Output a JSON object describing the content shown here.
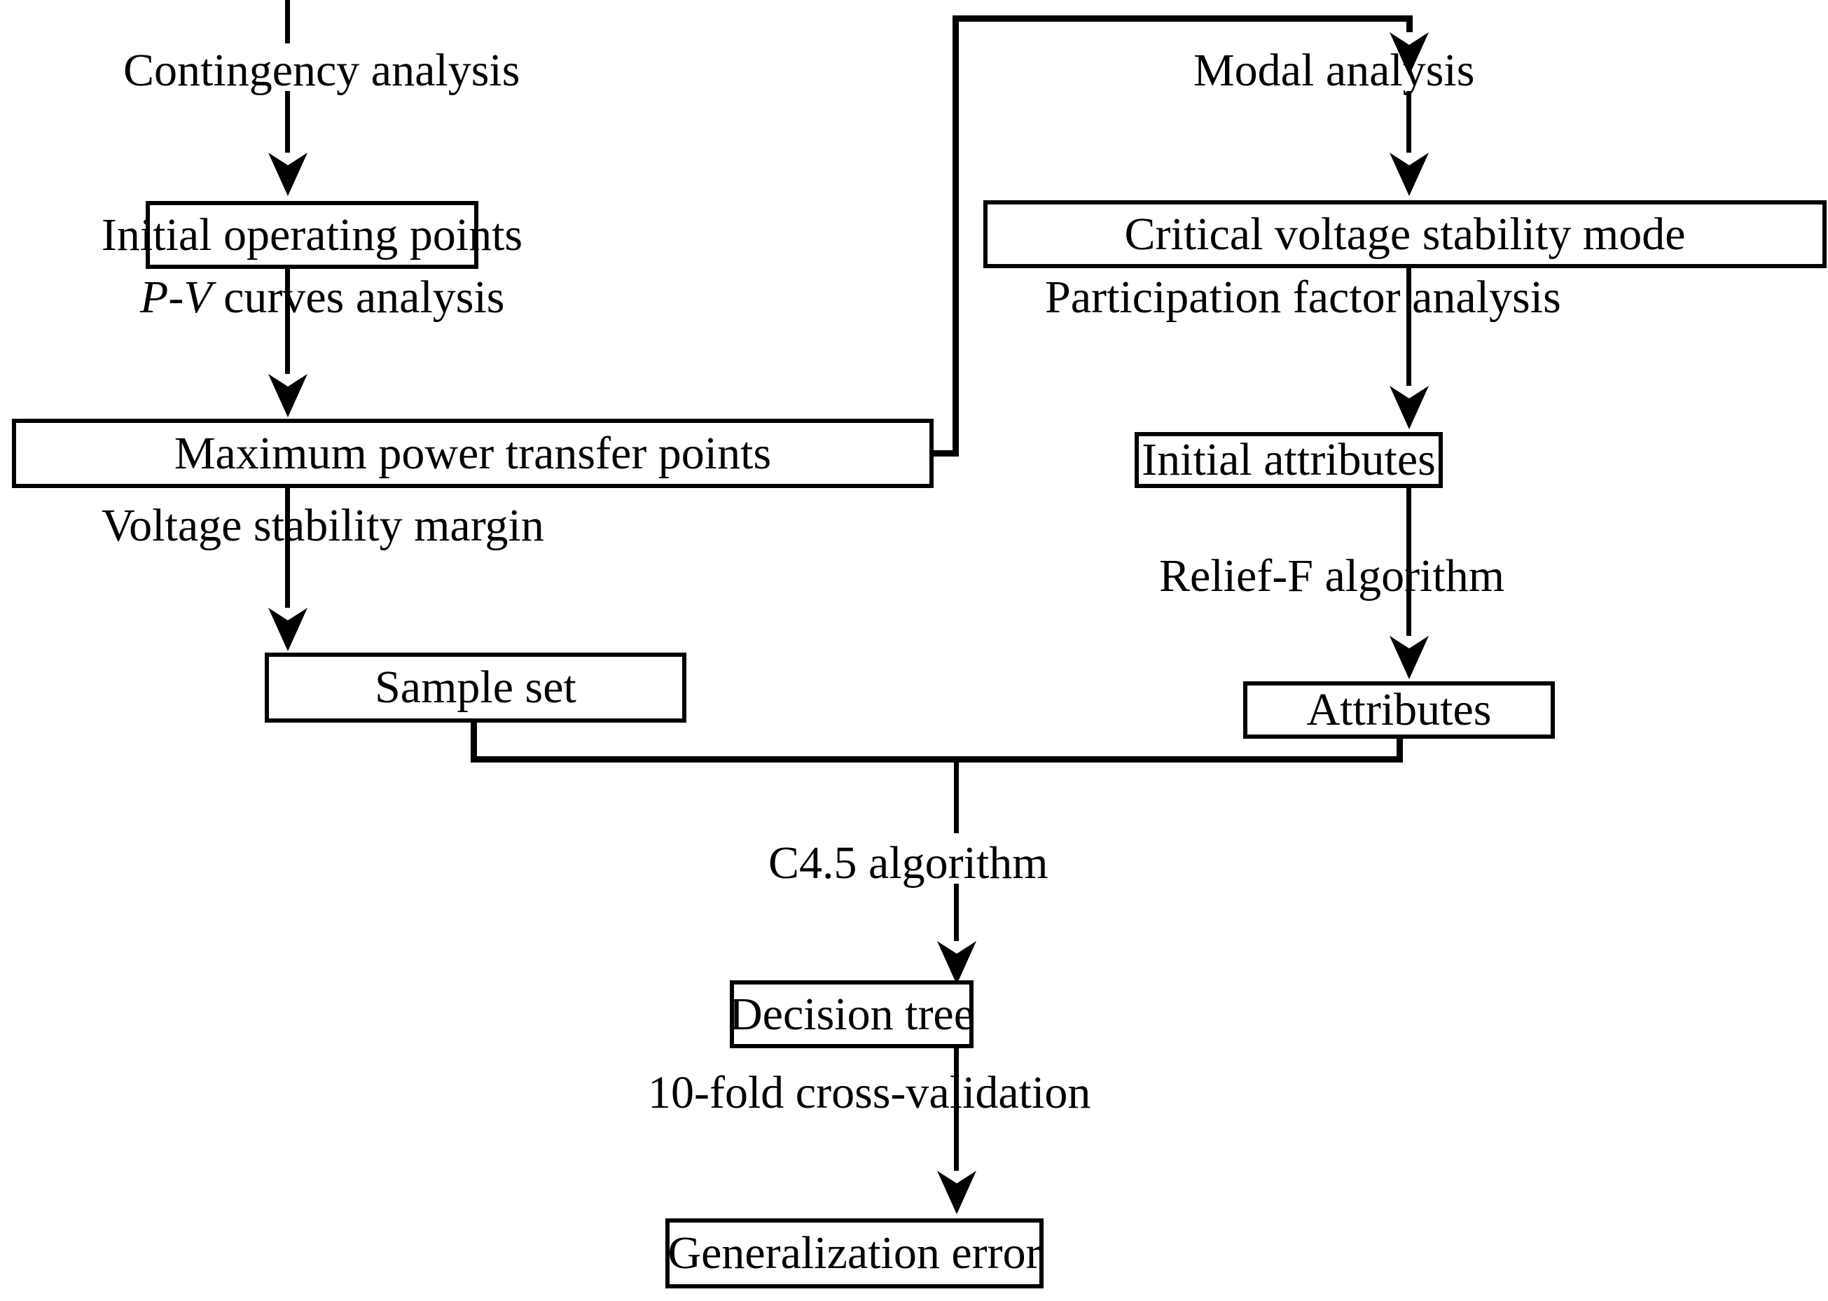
{
  "diagram": {
    "title": "Decision tree based voltage stability assessment flowchart",
    "colors": {
      "line": "#000000",
      "background": "#ffffff",
      "text": "#000000"
    },
    "nodes": [
      {
        "id": "initial-operating-points",
        "label": "Initial operating points"
      },
      {
        "id": "maximum-power-transfer-points",
        "label": "Maximum power transfer points"
      },
      {
        "id": "sample-set",
        "label": "Sample set"
      },
      {
        "id": "critical-voltage-stability-mode",
        "label": "Critical voltage stability mode"
      },
      {
        "id": "initial-attributes",
        "label": "Initial attributes"
      },
      {
        "id": "attributes",
        "label": "Attributes"
      },
      {
        "id": "decision-tree",
        "label": "Decision tree"
      },
      {
        "id": "generalization-error",
        "label": "Generalization error"
      }
    ],
    "edge_labels": [
      {
        "id": "contingency-analysis",
        "label": "Contingency analysis"
      },
      {
        "id": "pv-curves-analysis",
        "label": "P-V curves analysis",
        "italic_prefix": "P-V",
        "rest": " curves analysis"
      },
      {
        "id": "voltage-stability-margin",
        "label": "Voltage stability margin"
      },
      {
        "id": "modal-analysis",
        "label": "Modal analysis"
      },
      {
        "id": "participation-factor-analysis",
        "label": "Participation factor analysis"
      },
      {
        "id": "relief-f-algorithm",
        "label": "Relief-F algorithm"
      },
      {
        "id": "c45-algorithm",
        "label": "C4.5 algorithm"
      },
      {
        "id": "ten-fold-cross-validation",
        "label": "10-fold cross-validation"
      }
    ]
  }
}
